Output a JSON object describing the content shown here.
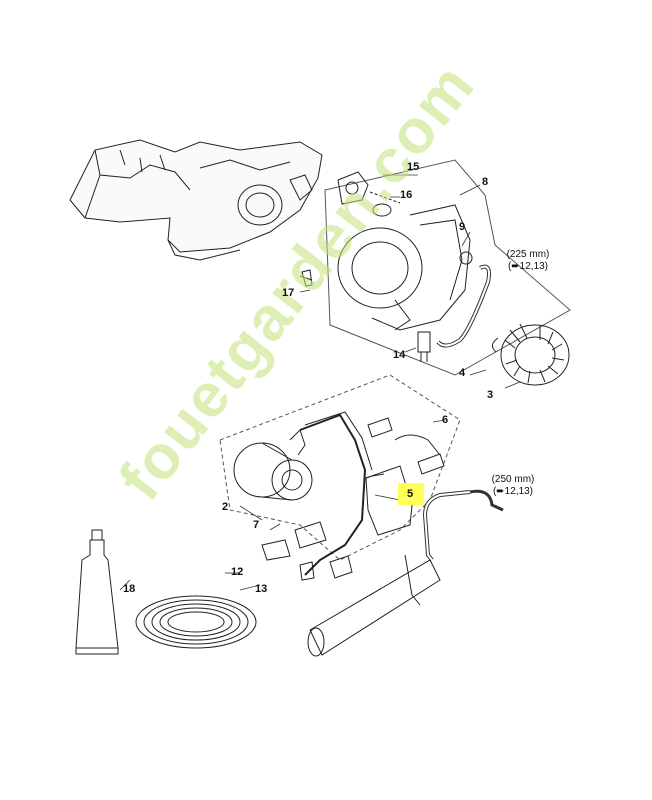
{
  "parts": {
    "p2": "2",
    "p3": "3",
    "p4": "4",
    "p5": "5",
    "p6": "6",
    "p7": "7",
    "p8": "8",
    "p9": "9",
    "p12": "12",
    "p13": "13",
    "p14": "14",
    "p15": "15",
    "p16": "16",
    "p17": "17",
    "p18": "18"
  },
  "notes": {
    "hose_upper_length": "(225 mm)",
    "hose_upper_ref": "(➨12,13)",
    "hose_lower_length": "(250 mm)",
    "hose_lower_ref": "(➨12,13)"
  },
  "highlight_color": "#ffff55",
  "watermark": "fouetgarden.com"
}
